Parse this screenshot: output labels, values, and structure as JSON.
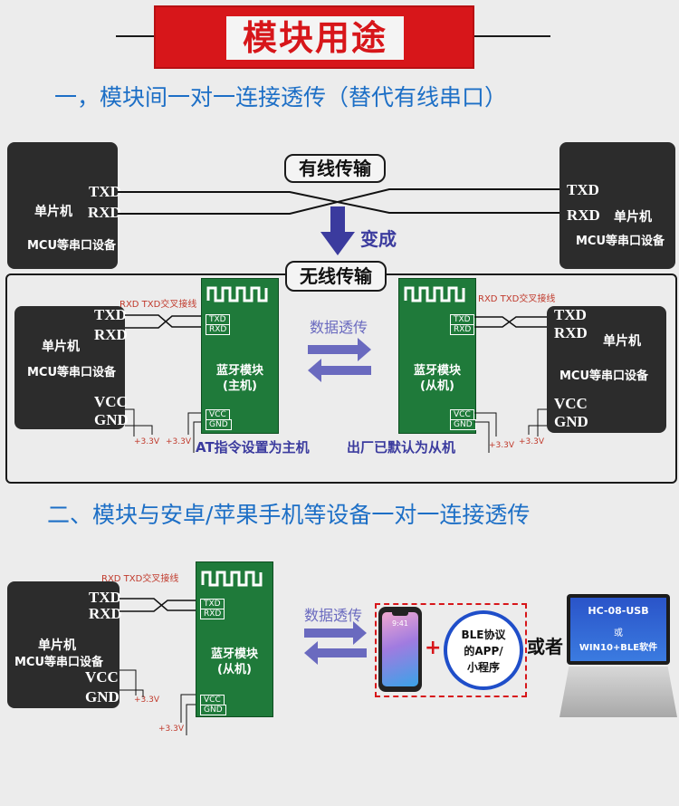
{
  "banner": {
    "title": "模块用途"
  },
  "section1": {
    "title": "一，模块间一对一连接透传（替代有线串口）"
  },
  "section2": {
    "title": "二、模块与安卓/苹果手机等设备一对一连接透传"
  },
  "wired": {
    "label": "有线传输",
    "arrow_label": "变成",
    "left": {
      "txd": "TXD",
      "rxd": "RXD",
      "name": "单片机",
      "sub": "MCU等串口设备"
    },
    "right": {
      "txd": "TXD",
      "rxd": "RXD",
      "name": "单片机",
      "sub": "MCU等串口设备"
    }
  },
  "wireless": {
    "label": "无线传输",
    "cross_note": "RXD TXD交叉接线",
    "transfer_label": "数据透传",
    "master_note": "AT指令设置为主机",
    "slave_note": "出厂已默认为从机",
    "power": "+3.3V",
    "left_mcu": {
      "txd": "TXD",
      "rxd": "RXD",
      "name": "单片机",
      "sub": "MCU等串口设备",
      "vcc": "VCC",
      "gnd": "GND"
    },
    "right_mcu": {
      "txd": "TXD",
      "rxd": "RXD",
      "name": "单片机",
      "sub": "MCU等串口设备",
      "vcc": "VCC",
      "gnd": "GND"
    },
    "master": {
      "name": "蓝牙模块",
      "role": "(主机)",
      "txd": "TXD",
      "rxd": "RXD",
      "vcc": "VCC",
      "gnd": "GND"
    },
    "slave": {
      "name": "蓝牙模块",
      "role": "(从机)",
      "txd": "TXD",
      "rxd": "RXD",
      "vcc": "VCC",
      "gnd": "GND"
    }
  },
  "phone_section": {
    "cross_note": "RXD TXD交叉接线",
    "transfer_label": "数据透传",
    "power": "+3.3V",
    "mcu": {
      "txd": "TXD",
      "rxd": "RXD",
      "name": "单片机",
      "sub": "MCU等串口设备",
      "vcc": "VCC",
      "gnd": "GND"
    },
    "module": {
      "name": "蓝牙模块",
      "role": "(从机)",
      "txd": "TXD",
      "rxd": "RXD",
      "vcc": "VCC",
      "gnd": "GND"
    },
    "app_line1": "BLE协议",
    "app_line2": "的APP/",
    "app_line3": "小程序",
    "phone_time": "9:41",
    "or_text": "或者",
    "laptop_line1": "HC-08-USB",
    "laptop_line2": "或",
    "laptop_line3": "WIN10+BLE软件"
  },
  "colors": {
    "accent_red": "#d7161a",
    "heading_blue": "#1d6fc6",
    "module_green": "#1f7a3a",
    "arrow_blue": "#3b3b9e"
  }
}
